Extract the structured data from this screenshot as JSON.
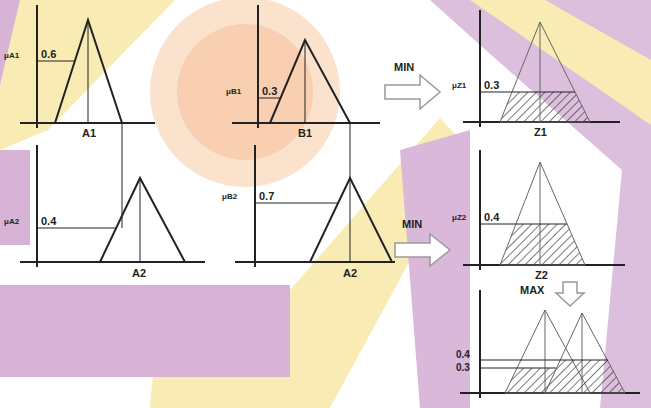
{
  "diagram": {
    "labels": [
      "μA1",
      "0.6",
      "A1",
      "μB1",
      "0.3",
      "B1",
      "MIN",
      "μZ1",
      "0.3",
      "Z1",
      "μA2",
      "0.4",
      "A2",
      "μB2",
      "0.7",
      "A2",
      "MIN",
      "μZ2",
      "0.4",
      "Z2",
      "MAX",
      "0.4",
      "0.3"
    ]
  }
}
